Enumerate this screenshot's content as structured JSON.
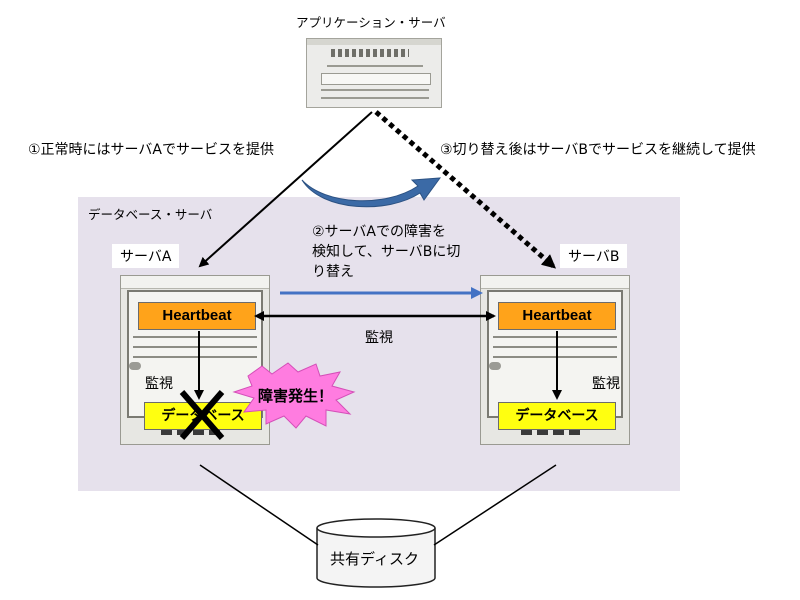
{
  "app_server": {
    "label": "アプリケーション・サーバ"
  },
  "steps": {
    "step1": "①正常時にはサーバAでサービスを提供",
    "step2_line1": "②サーバAでの障害を",
    "step2_line2": "検知して、サーバBに切",
    "step2_line3": "り替え",
    "step3": "③切り替え後はサーバBでサービスを継続して提供"
  },
  "db_region": {
    "label": "データベース・サーバ",
    "color": "#e6e1ec"
  },
  "server_a": {
    "label": "サーバA",
    "heartbeat": "Heartbeat",
    "monitor": "監視",
    "database": "データベース"
  },
  "server_b": {
    "label": "サーバB",
    "heartbeat": "Heartbeat",
    "monitor": "監視",
    "database": "データベース"
  },
  "heartbeat_link": {
    "label": "監視"
  },
  "failure": {
    "label": "障害発生！",
    "color": "#ff7ce0"
  },
  "shared_disk": {
    "label": "共有ディスク"
  },
  "colors": {
    "heartbeat": "#ffa31a",
    "database": "#ffff10",
    "switch_arrow": "#4472c4"
  }
}
